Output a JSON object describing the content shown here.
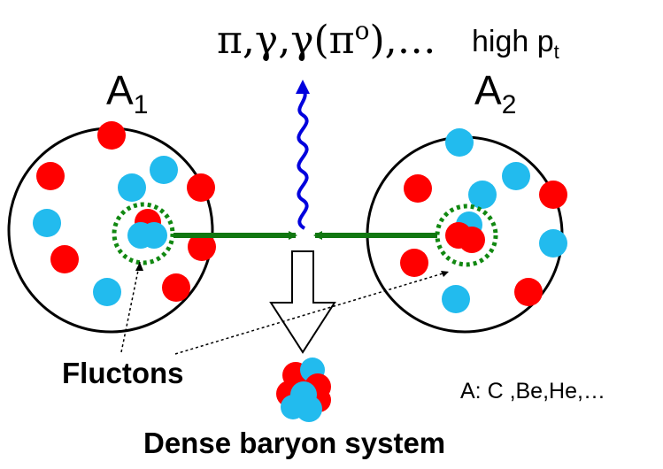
{
  "header": {
    "products": "π,γ,γ(π",
    "products_sup": "o",
    "products_end": "),…",
    "high": "high p",
    "high_sub": "t"
  },
  "nuclei": {
    "left_label": "A",
    "left_sub": "1",
    "right_label": "A",
    "right_sub": "2"
  },
  "labels": {
    "fluctons": "Fluctons",
    "dense_system": "Dense baryon system",
    "nuclei_examples": "A: C ,Be,He,…"
  },
  "colors": {
    "proton": "#ff0000",
    "neutron": "#22bbee",
    "arrow": "#117711",
    "flucton_ring": "#118811",
    "photon": "#0000dd"
  }
}
